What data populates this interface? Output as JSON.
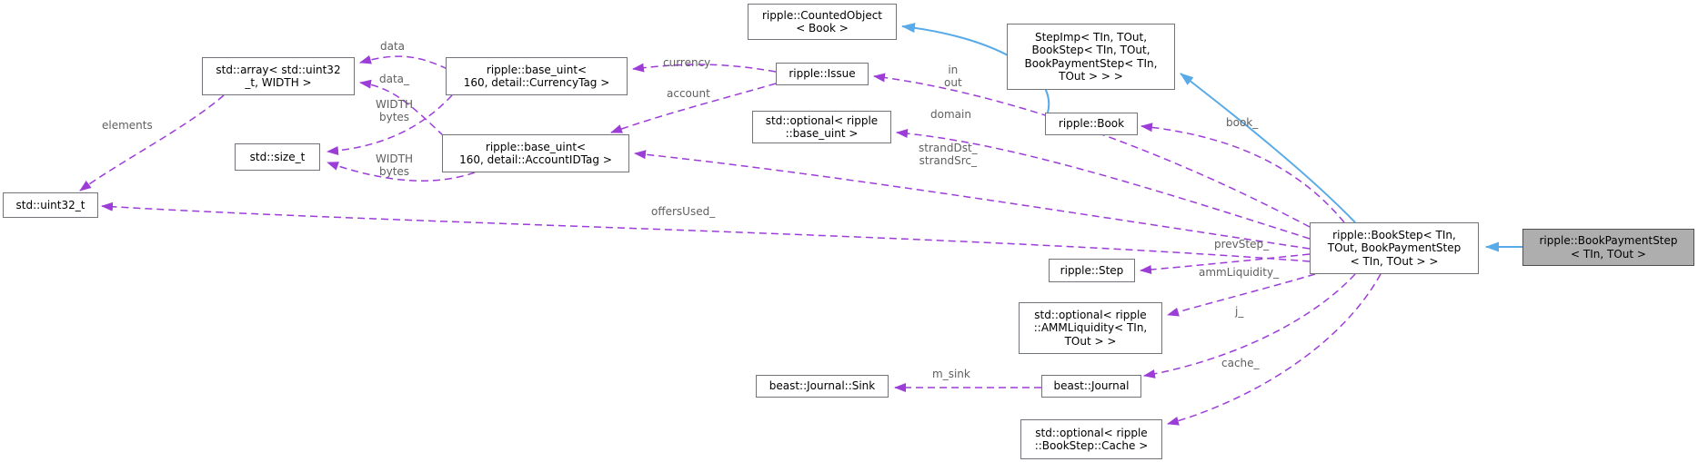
{
  "diagram": {
    "type": "doxygen-collaboration-graph",
    "colors": {
      "background": "#ffffff",
      "usage_edge": "#9d3dd8",
      "inheritance_edge": "#58aae8",
      "node_fill": "#ffffff",
      "node_border": "#71757a",
      "highlight_fill": "#aeaeae",
      "label_text": "#5f5f5f",
      "node_text": "#000000"
    },
    "nodes": [
      {
        "id": "uint32",
        "lines": [
          "std::uint32_t"
        ]
      },
      {
        "id": "array",
        "lines": [
          "std::array< std::uint32",
          "_t, WIDTH >"
        ]
      },
      {
        "id": "size-t",
        "lines": [
          "std::size_t"
        ]
      },
      {
        "id": "currency-tag",
        "lines": [
          "ripple::base_uint<",
          "160, detail::CurrencyTag >"
        ]
      },
      {
        "id": "account-id-tag",
        "lines": [
          "ripple::base_uint<",
          "160, detail::AccountIDTag >"
        ]
      },
      {
        "id": "counted-object",
        "lines": [
          "ripple::CountedObject",
          "< Book >"
        ]
      },
      {
        "id": "issue",
        "lines": [
          "ripple::Issue"
        ]
      },
      {
        "id": "opt-base-uint",
        "lines": [
          "std::optional< ripple",
          "::base_uint >"
        ]
      },
      {
        "id": "step-imp",
        "lines": [
          "StepImp< TIn, TOut,",
          "BookStep< TIn, TOut,",
          "BookPaymentStep< TIn,",
          "TOut > > >"
        ]
      },
      {
        "id": "book",
        "lines": [
          "ripple::Book"
        ]
      },
      {
        "id": "book-step",
        "lines": [
          "ripple::BookStep< TIn,",
          "TOut, BookPaymentStep",
          "< TIn, TOut > >"
        ]
      },
      {
        "id": "book-payment-step",
        "lines": [
          "ripple::BookPaymentStep",
          "< TIn, TOut >"
        ]
      },
      {
        "id": "step",
        "lines": [
          "ripple::Step"
        ]
      },
      {
        "id": "opt-amm",
        "lines": [
          "std::optional< ripple",
          "::AMMLiquidity< TIn,",
          "TOut > >"
        ]
      },
      {
        "id": "journal-sink",
        "lines": [
          "beast::Journal::Sink"
        ]
      },
      {
        "id": "journal",
        "lines": [
          "beast::Journal"
        ]
      },
      {
        "id": "opt-cache",
        "lines": [
          "std::optional< ripple",
          "::BookStep::Cache >"
        ]
      }
    ],
    "edge_labels": [
      {
        "id": "elements",
        "lines": [
          "elements"
        ]
      },
      {
        "id": "data",
        "lines": [
          "data"
        ]
      },
      {
        "id": "data-u",
        "lines": [
          "data_"
        ]
      },
      {
        "id": "width-bytes-1",
        "lines": [
          "WIDTH",
          "bytes"
        ]
      },
      {
        "id": "width-bytes-2",
        "lines": [
          "WIDTH",
          "bytes"
        ]
      },
      {
        "id": "currency",
        "lines": [
          "currency"
        ]
      },
      {
        "id": "account",
        "lines": [
          "account"
        ]
      },
      {
        "id": "in-out",
        "lines": [
          "in",
          "out"
        ]
      },
      {
        "id": "domain",
        "lines": [
          "domain"
        ]
      },
      {
        "id": "strand",
        "lines": [
          "strandDst_",
          "strandSrc_"
        ]
      },
      {
        "id": "book-u",
        "lines": [
          "book_"
        ]
      },
      {
        "id": "offers-used",
        "lines": [
          "offersUsed_"
        ]
      },
      {
        "id": "prev-step",
        "lines": [
          "prevStep_"
        ]
      },
      {
        "id": "amm-liquidity",
        "lines": [
          "ammLiquidity_"
        ]
      },
      {
        "id": "j-u",
        "lines": [
          "j_"
        ]
      },
      {
        "id": "cache-u",
        "lines": [
          "cache_"
        ]
      },
      {
        "id": "m-sink",
        "lines": [
          "m_sink"
        ]
      }
    ]
  }
}
